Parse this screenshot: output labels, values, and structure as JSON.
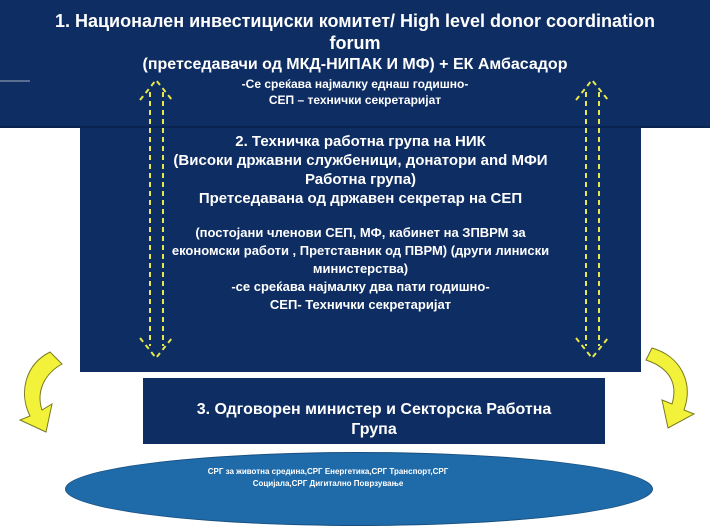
{
  "box1": {
    "title_line1": "1. Национален инвестициски комитет/ High level donor coordination",
    "title_line2": "forum",
    "line3": "(претседавачи од МКД-НИПАК И МФ) + ЕК Амбасадор",
    "line4": "-Се среќава најмалку еднаш годишно-",
    "line5": "СЕП – технички секретаријат"
  },
  "box2": {
    "line1": "2. Техничка работна група на НИК",
    "line2": "(Високи државни службеници, донатори and МФИ",
    "line3": "Работна група)",
    "line4": "Претседавана од државен секретар на СЕП",
    "line5": "(постојани членови СЕП, МФ, кабинет на ЗПВРМ за",
    "line6": "економски работи , Претставник од ПВРМ) (други линиски",
    "line7": "министерства)",
    "line8": "-се среќава најмалку два пати годишно-",
    "line9": "СЕП- Технички секретаријат"
  },
  "box3": {
    "line1": "3. Одговорен министер и Секторска Работна",
    "line2": "Група"
  },
  "ellipse": {
    "line1": "СРГ за животна средина,СРГ Енергетика,СРГ Транспорт,СРГ",
    "line2": "Социјала,СРГ Дигитално Поврзување"
  },
  "colors": {
    "box_fill": "#0e2d63",
    "ellipse_fill": "#1f6aa8",
    "arrow_fill": "#f2f23a",
    "dashed_line": "#e8e84a"
  },
  "icons": [
    "curved-arrow-left-icon",
    "curved-arrow-right-icon",
    "dashed-double-arrow-left-icon",
    "dashed-double-arrow-right-icon"
  ]
}
